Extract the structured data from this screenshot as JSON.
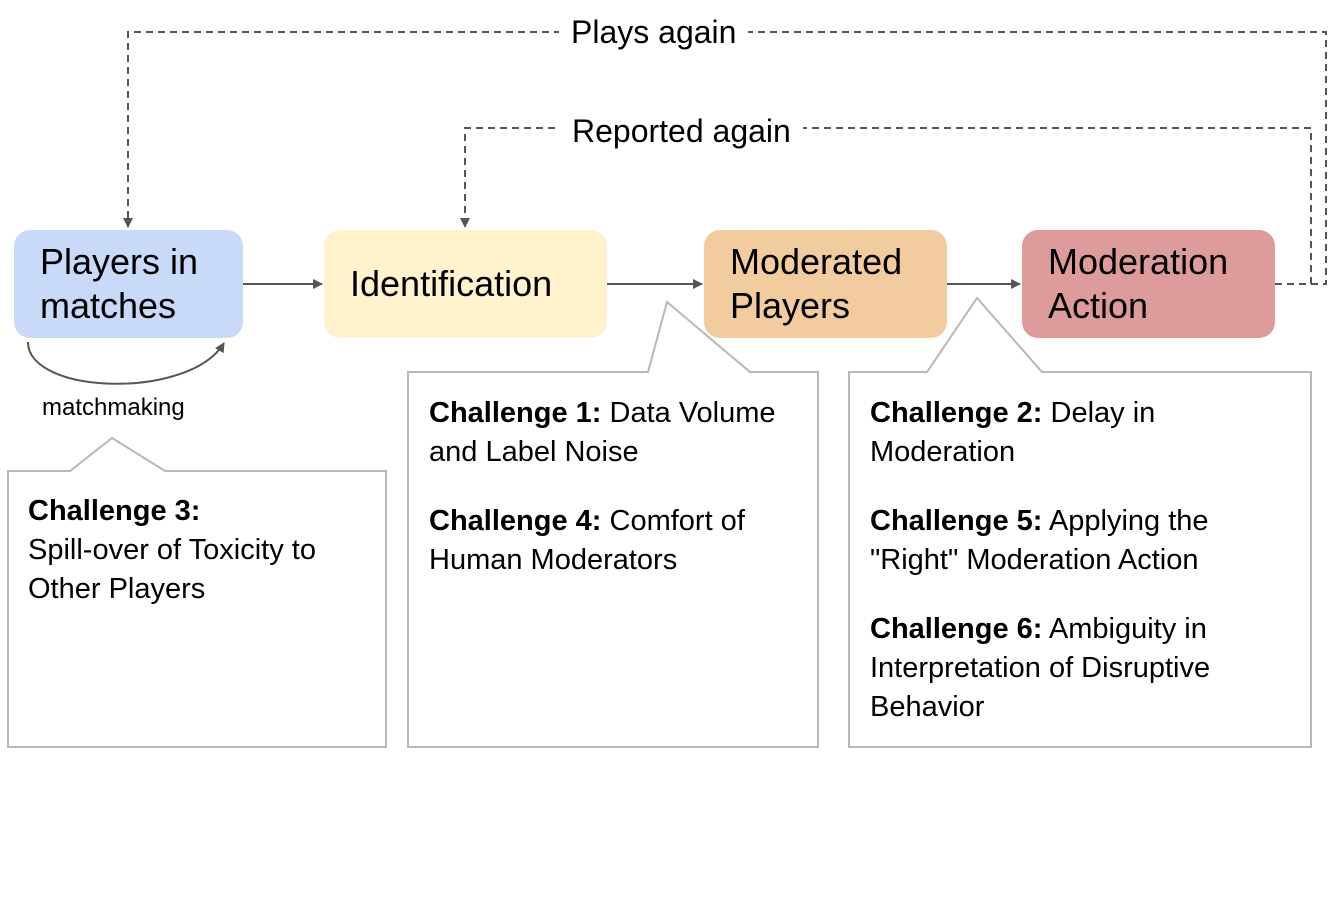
{
  "colors": {
    "players_fill": "#c9daf8",
    "identification_fill": "#fff2cc",
    "moderated_fill": "#f2cc9f",
    "action_fill": "#dd9c9b",
    "connector": "#555555",
    "callout_border": "#b7b7b7"
  },
  "stages": {
    "players": {
      "line1": "Players in",
      "line2": "matches"
    },
    "identification": {
      "line1": "Identification"
    },
    "moderated": {
      "line1": "Moderated",
      "line2": "Players"
    },
    "action": {
      "line1": "Moderation",
      "line2": "Action"
    }
  },
  "loops": {
    "plays_again": "Plays again",
    "reported_again": "Reported again",
    "matchmaking": "matchmaking"
  },
  "challenges": {
    "c1": {
      "title": "Challenge 1:",
      "text": "Data Volume and Label Noise"
    },
    "c2": {
      "title": "Challenge 2:",
      "text": "Delay in Moderation"
    },
    "c3": {
      "title": "Challenge 3:",
      "text": "Spill-over of Toxicity to Other Players"
    },
    "c4": {
      "title": "Challenge 4:",
      "text": "Comfort of Human Moderators"
    },
    "c5": {
      "title": "Challenge 5:",
      "text": "Applying the \"Right\" Moderation Action"
    },
    "c6": {
      "title": "Challenge 6:",
      "text": "Ambiguity in Interpretation of Disruptive Behavior"
    }
  }
}
